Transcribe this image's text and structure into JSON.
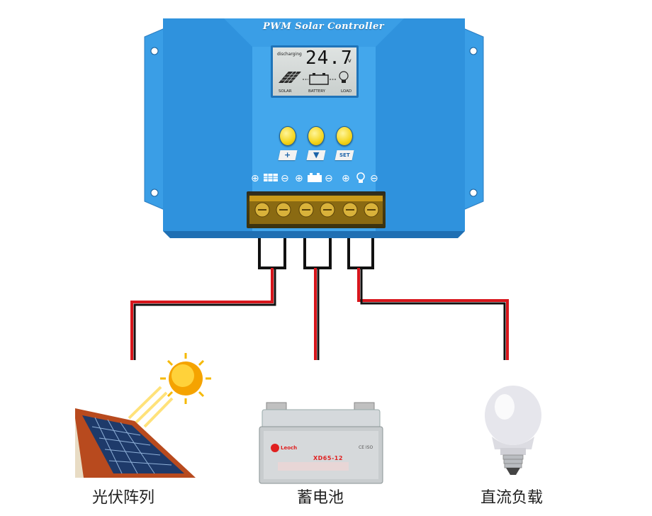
{
  "controller": {
    "brand": "PWM Solar Controller",
    "lcd": {
      "status": "discharging",
      "voltage": "24.7",
      "unit": "v",
      "labels": [
        "SOLAR",
        "BATTERY",
        "LOAD"
      ]
    },
    "buttons": [
      {
        "cap": "+"
      },
      {
        "cap": "▼"
      },
      {
        "cap": "SET"
      }
    ],
    "terminal_symbols": {
      "plus": "⊕",
      "minus": "⊖"
    }
  },
  "battery": {
    "brand": "Leoch",
    "model": "XD65-12",
    "cert": "CE ISO"
  },
  "devices": [
    {
      "label": "光伏阵列",
      "icon": "solar-panel-icon"
    },
    {
      "label": "蓄电池",
      "icon": "battery-icon"
    },
    {
      "label": "直流负载",
      "icon": "light-bulb-icon"
    }
  ],
  "colors": {
    "housing": "#3a9ee6",
    "housing_dark": "#2a86d0",
    "wire_red": "#d8161c",
    "wire_black": "#111111",
    "button": "#f4d41a"
  }
}
